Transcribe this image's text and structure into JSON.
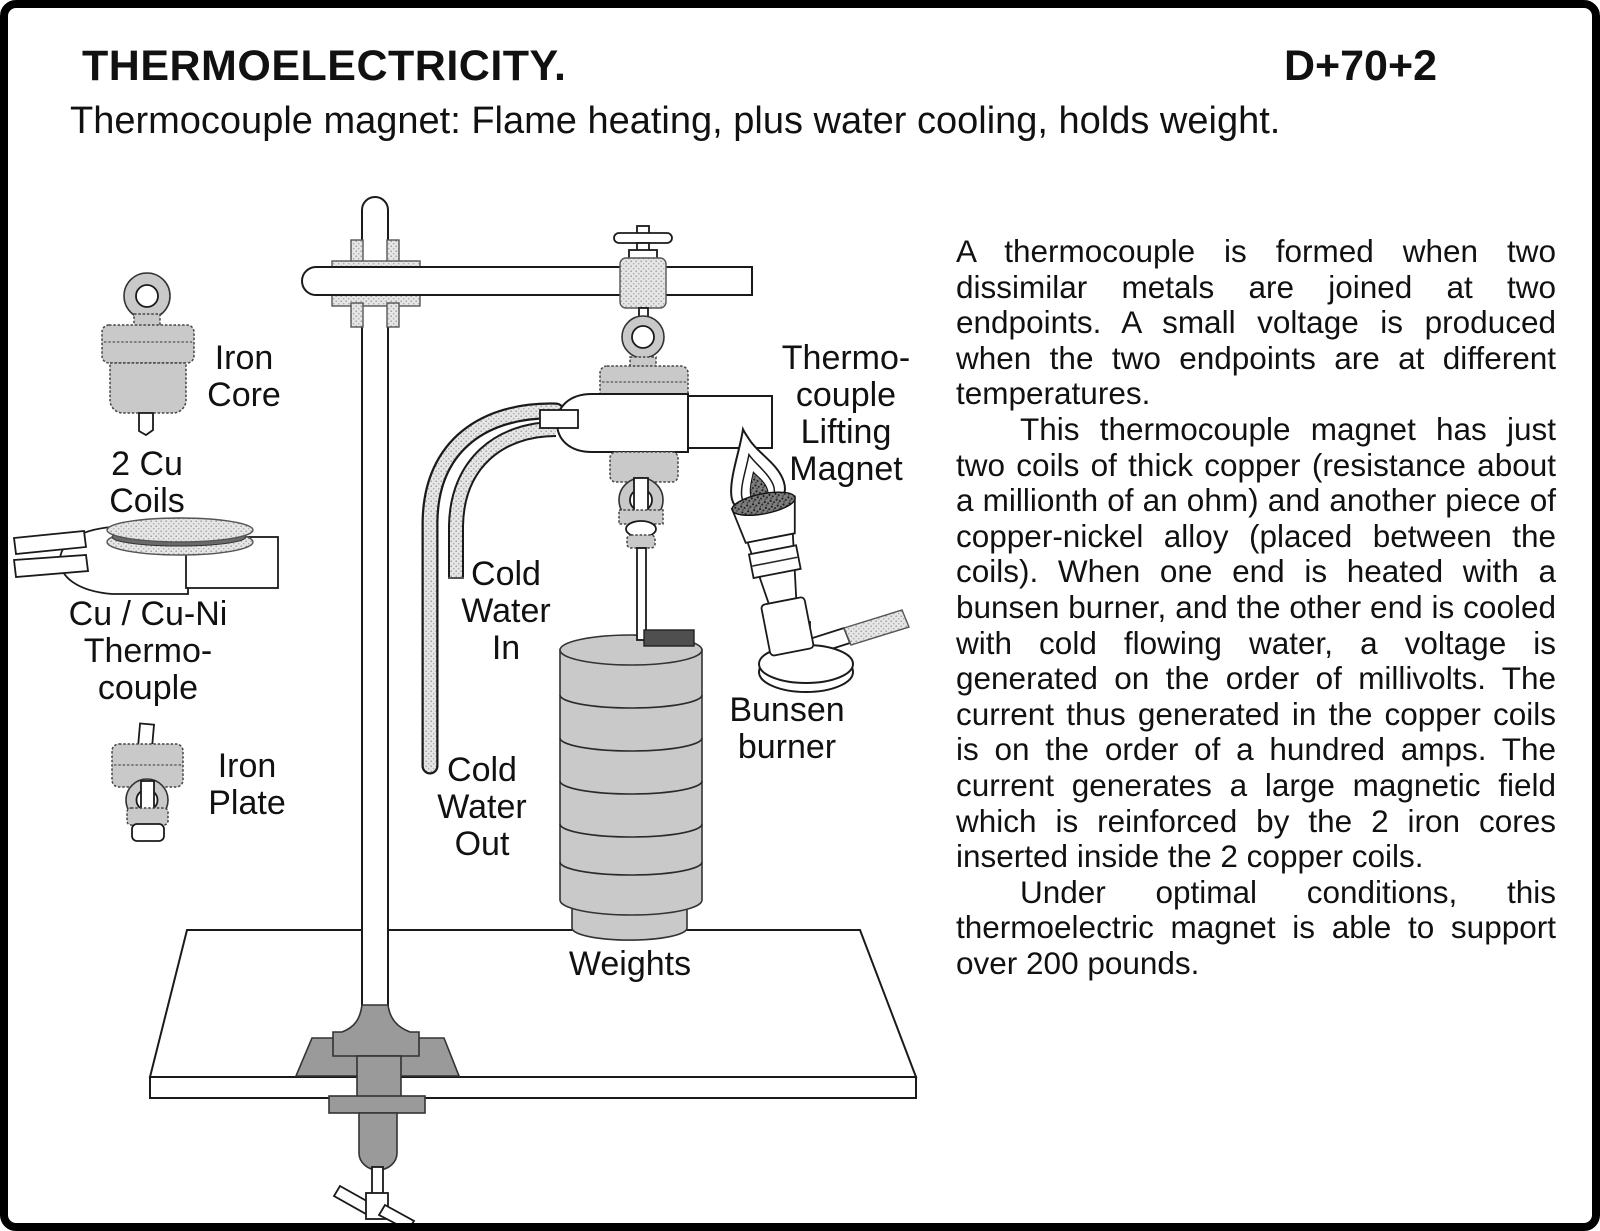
{
  "page": {
    "title": "THERMOELECTRICITY.",
    "catalog_code": "D+70+2",
    "subtitle": "Thermocouple magnet: Flame heating, plus water cooling, holds weight."
  },
  "figure": {
    "labels": {
      "iron_core": [
        "Iron",
        "Core"
      ],
      "cu_coils": [
        "2 Cu",
        "Coils"
      ],
      "cu_cuni_thermocouple": [
        "Cu / Cu-Ni",
        "Thermo-",
        "couple"
      ],
      "iron_plate": [
        "Iron",
        "Plate"
      ],
      "cold_water_in": [
        "Cold",
        "Water",
        "In"
      ],
      "cold_water_out": [
        "Cold",
        "Water",
        "Out"
      ],
      "lifting_magnet": [
        "Thermo-",
        "couple",
        "Lifting",
        "Magnet"
      ],
      "bunsen_burner": [
        "Bunsen",
        "burner"
      ],
      "weights": [
        "Weights"
      ]
    }
  },
  "article": {
    "paragraphs": [
      "A thermocouple is formed when two dissimilar metals are joined at two endpoints.  A small voltage is produced when the two endpoints are at different temperatures.",
      "This thermocouple magnet has just two coils of thick copper (resistance about a millionth of an ohm) and another piece of copper-nickel alloy (placed between the coils).  When one end is heated with a bunsen burner, and the other end is cooled with cold flowing water, a voltage is generated on the order of millivolts.  The current thus generated in the copper coils is on the order of a hundred amps.  The current generates a large magnetic field which is reinforced by the 2 iron cores inserted inside the 2 copper coils.",
      "Under optimal conditions, this thermoelectric magnet is able to support over 200 pounds."
    ]
  },
  "colors": {
    "ink": "#111111",
    "light_gray": "#c9c9c9",
    "clamp_gray": "#9a9a9a",
    "dark_bar": "#4f4f4f",
    "page_bg": "#ffffff",
    "border": "#000000"
  }
}
